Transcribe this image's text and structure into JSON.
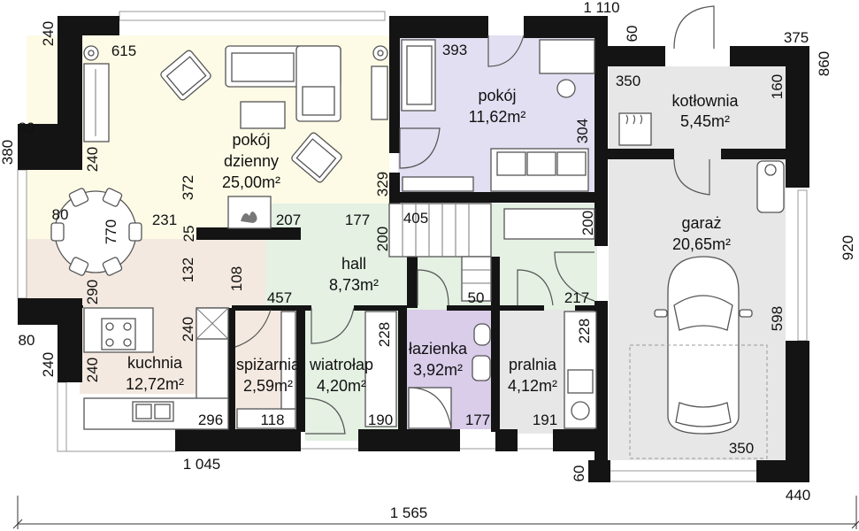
{
  "rooms": {
    "living": {
      "name_1": "pokój",
      "name_2": "dzienny",
      "area": "25,00m²"
    },
    "room": {
      "name": "pokój",
      "area": "11,62m²"
    },
    "boiler": {
      "name": "kotłownia",
      "area": "5,45m²"
    },
    "garage": {
      "name": "garaż",
      "area": "20,65m²"
    },
    "hall": {
      "name": "hall",
      "area": "8,73m²"
    },
    "kitchen": {
      "name": "kuchnia",
      "area": "12,72m²"
    },
    "pantry": {
      "name": "spiżarnia",
      "area": "2,59m²"
    },
    "vestibule": {
      "name": "wiatrołap",
      "area": "4,20m²"
    },
    "bathroom": {
      "name": "łazienka",
      "area": "3,92m²"
    },
    "laundry": {
      "name": "pralnia",
      "area": "4,12m²"
    }
  },
  "dims": {
    "d1110": "1 110",
    "d60a": "60",
    "d375": "375",
    "d860": "860",
    "d240a": "240",
    "d615": "615",
    "d393": "393",
    "d350a": "350",
    "d160": "160",
    "d304": "304",
    "d80a": "80",
    "d380": "380",
    "d240b": "240",
    "d329": "329",
    "d372": "372",
    "d80b": "80",
    "d770": "770",
    "d231": "231",
    "d25": "25",
    "d207": "207",
    "d177a": "177",
    "d405": "405",
    "d200a": "200",
    "d200b": "200",
    "d920": "920",
    "d290": "290",
    "d132": "132",
    "d108": "108",
    "d457": "457",
    "d50": "50",
    "d217": "217",
    "d598": "598",
    "d80c": "80",
    "d240c": "240",
    "d228a": "228",
    "d228b": "228",
    "d240d": "240",
    "d240e": "240",
    "d296": "296",
    "d118": "118",
    "d190": "190",
    "d177b": "177",
    "d191": "191",
    "d350b": "350",
    "d1045": "1 045",
    "d60b": "60",
    "d440": "440",
    "d1565": "1 565"
  },
  "colors": {
    "living": "#fdfbe6",
    "dining": "#f4e9e0",
    "room": "#e3dff2",
    "hall": "#e4f1e3",
    "bath": "#d9cdea",
    "service": "#e6e7e6",
    "wall": "#141414"
  }
}
